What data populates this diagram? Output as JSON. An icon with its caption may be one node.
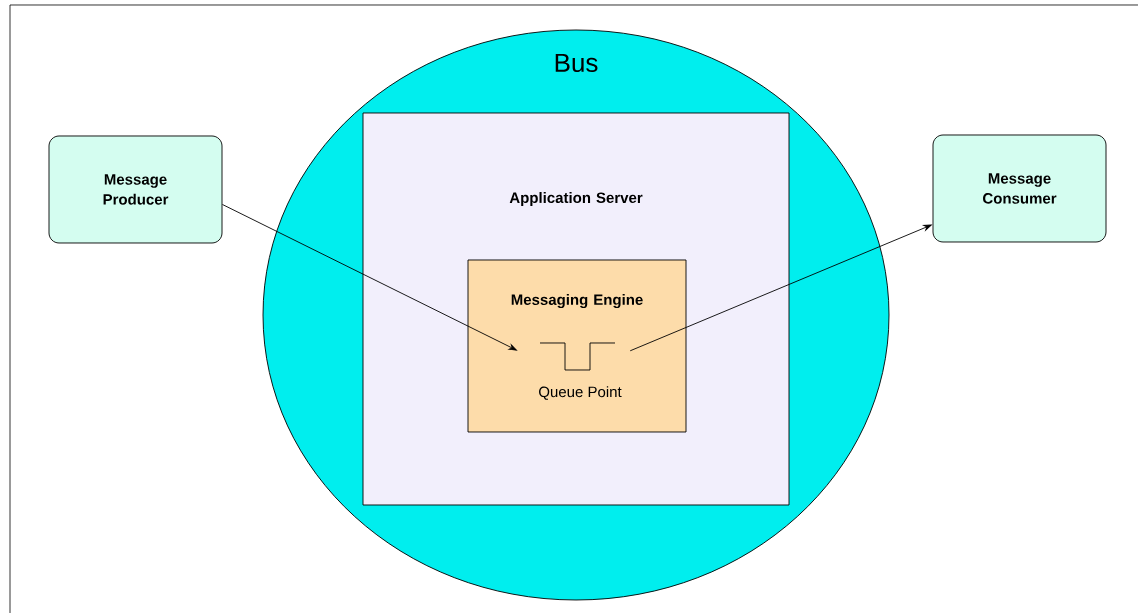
{
  "diagram": {
    "nodes": [
      {
        "text": [
          "Message Producer"
        ]
      },
      {
        "text": [
          "Bus"
        ]
      },
      {
        "text": [
          "Application Server"
        ],
        "in": 1
      },
      {
        "text": [
          "Messaging Engine"
        ],
        "in": 2
      },
      {
        "text": [
          "Queue Point"
        ],
        "in": 3
      },
      {
        "text": [
          "Message Consumer"
        ]
      }
    ],
    "edges": [
      {
        "from": 0,
        "to": 4,
        "arrow": "to"
      },
      {
        "from": 4,
        "to": 5,
        "arrow": "to"
      }
    ]
  }
}
